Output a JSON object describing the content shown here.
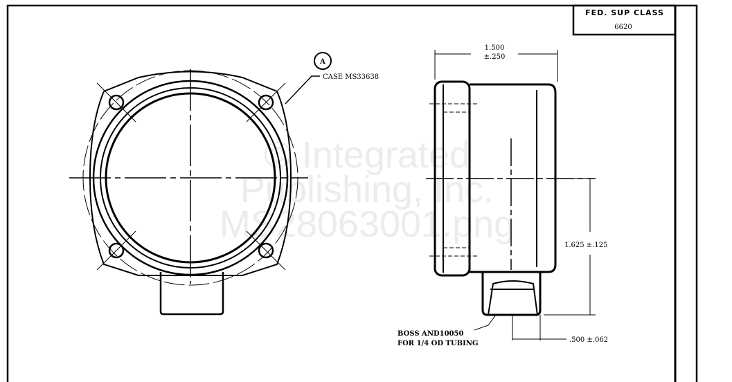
{
  "title_block": {
    "label": "FED. SUP CLASS",
    "value": "6620"
  },
  "callouts": {
    "item_marker": "A",
    "case": "CASE MS33638",
    "boss_line1": "BOSS AND10050",
    "boss_line2": "FOR 1/4 OD TUBING"
  },
  "dimensions": {
    "depth_value": "1.500",
    "depth_tol": "±.250",
    "height": "1.625 ±.125",
    "boss_offset": ".500 ±.062"
  },
  "watermark": {
    "line1": "© Integrated",
    "line2": "Publishing, Inc.",
    "line3": "MS28063001.png"
  }
}
